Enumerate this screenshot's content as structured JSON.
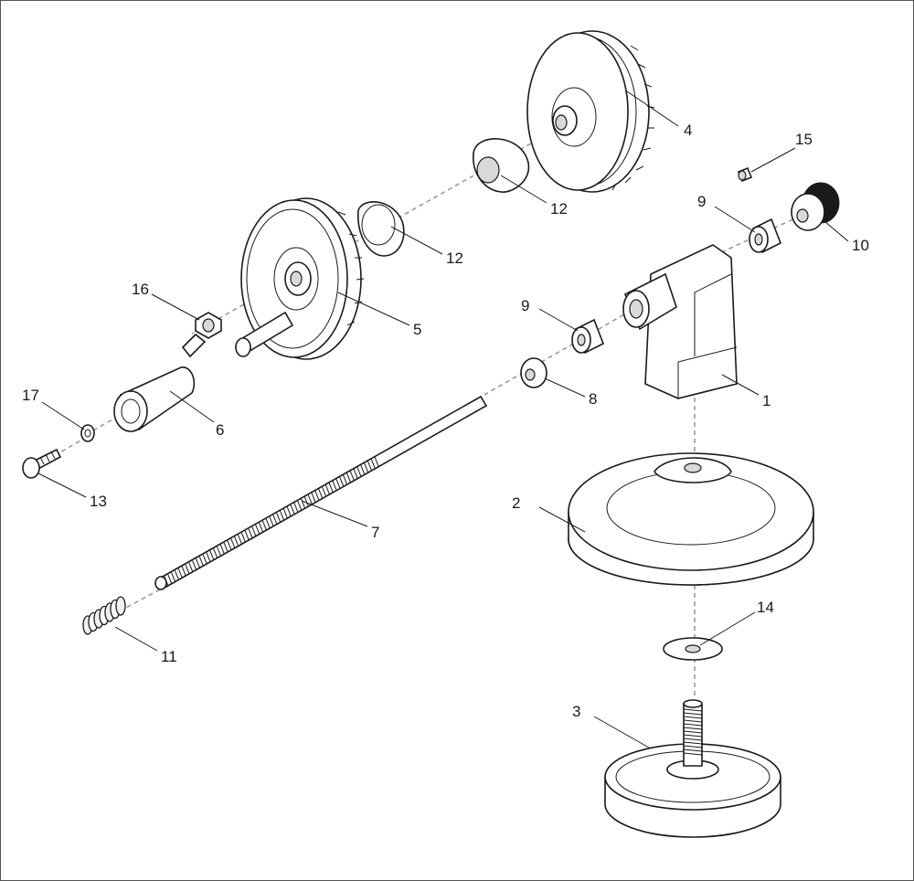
{
  "diagram": {
    "callouts": [
      {
        "id": "c1",
        "label": "1"
      },
      {
        "id": "c2",
        "label": "2"
      },
      {
        "id": "c3",
        "label": "3"
      },
      {
        "id": "c4",
        "label": "4"
      },
      {
        "id": "c5",
        "label": "5"
      },
      {
        "id": "c6",
        "label": "6"
      },
      {
        "id": "c7",
        "label": "7"
      },
      {
        "id": "c8",
        "label": "8"
      },
      {
        "id": "c9a",
        "label": "9"
      },
      {
        "id": "c9b",
        "label": "9"
      },
      {
        "id": "c10",
        "label": "10"
      },
      {
        "id": "c11",
        "label": "11"
      },
      {
        "id": "c12a",
        "label": "12"
      },
      {
        "id": "c12b",
        "label": "12"
      },
      {
        "id": "c13",
        "label": "13"
      },
      {
        "id": "c14",
        "label": "14"
      },
      {
        "id": "c15",
        "label": "15"
      },
      {
        "id": "c16",
        "label": "16"
      },
      {
        "id": "c17",
        "label": "17"
      }
    ]
  }
}
